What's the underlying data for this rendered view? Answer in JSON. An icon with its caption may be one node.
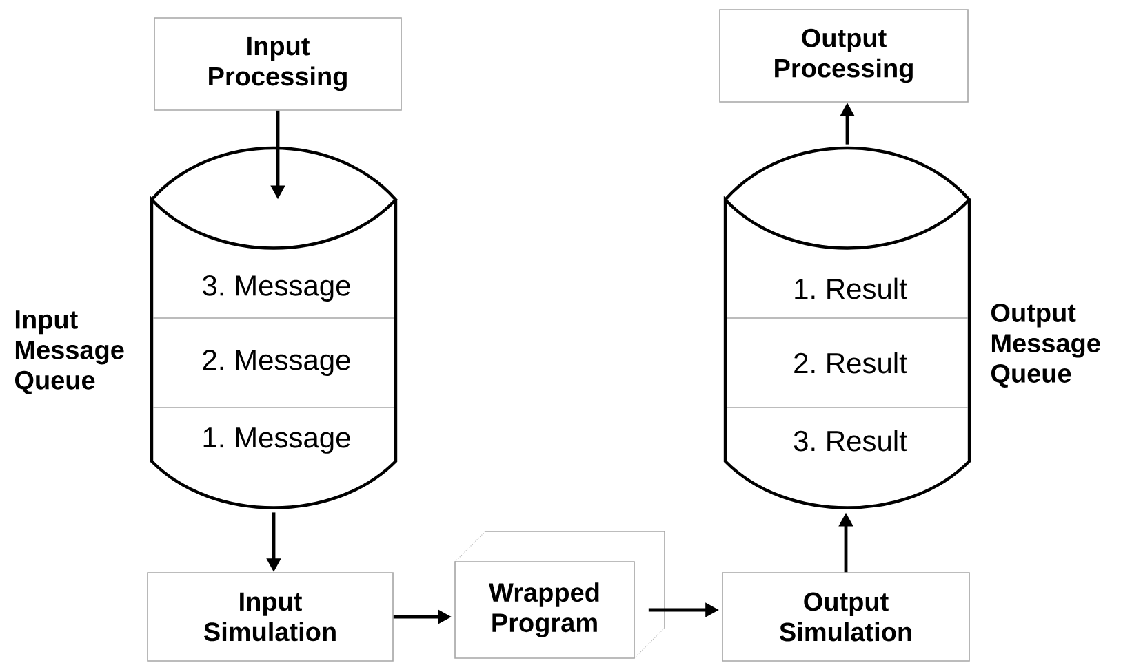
{
  "diagram": {
    "nodes": [
      {
        "text": [
          "Input Processing"
        ]
      },
      {
        "text": [
          "Input Message Queue"
        ]
      },
      {
        "text": [
          "3. Message"
        ],
        "in": 1
      },
      {
        "text": [
          "2. Message"
        ],
        "in": 1
      },
      {
        "text": [
          "1. Message"
        ],
        "in": 1
      },
      {
        "text": [
          "Input Simulation"
        ]
      },
      {
        "text": [
          "Wrapped Program"
        ]
      },
      {
        "text": [
          "Output Simulation"
        ]
      },
      {
        "text": [
          "Output Message Queue"
        ]
      },
      {
        "text": [
          "1. Result"
        ],
        "in": 8
      },
      {
        "text": [
          "2. Result"
        ],
        "in": 8
      },
      {
        "text": [
          "3. Result"
        ],
        "in": 8
      },
      {
        "text": [
          "Output Processing"
        ]
      }
    ],
    "edges": [
      {
        "from": 0,
        "to": 1,
        "arrow": "to"
      },
      {
        "from": 1,
        "to": 5,
        "arrow": "to"
      },
      {
        "from": 5,
        "to": 6,
        "arrow": "to"
      },
      {
        "from": 6,
        "to": 7,
        "arrow": "to"
      },
      {
        "from": 7,
        "to": 8,
        "arrow": "to"
      },
      {
        "from": 8,
        "to": 12,
        "arrow": "to"
      }
    ]
  }
}
